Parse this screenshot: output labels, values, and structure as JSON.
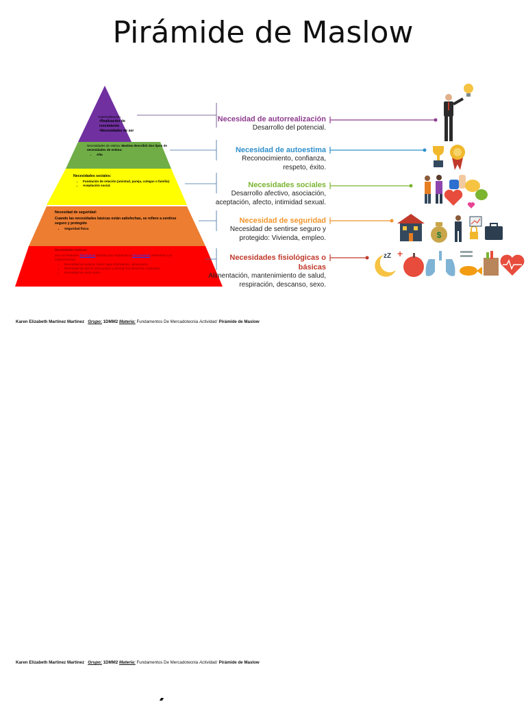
{
  "title": "Pirámide de Maslow",
  "pyramid": {
    "levels": [
      {
        "color": "#7030a0",
        "heading": "Autorrealización",
        "items": [
          "Realización de crecimiento",
          "Necesidades de ser"
        ]
      },
      {
        "color": "#70ad47",
        "heading": "Necesidades de estima:",
        "text": "Maslow describió dos tipos de necesidades de estima:",
        "items": [
          "Alta"
        ]
      },
      {
        "color": "#ffff00",
        "heading": "Necesidades sociales:",
        "items": [
          "Fundación de relación (amistad, pareja, colegas o familia)",
          "Aceptación social."
        ]
      },
      {
        "color": "#ed7d31",
        "heading": "Necesidad de seguridad:",
        "text": "Cuando las necesidades básicas están satisfechas, se refiere a sentirse seguro y protegido",
        "items": [
          "Seguridad física"
        ]
      },
      {
        "color": "#ff0000",
        "heading": "Necesidades básicas:",
        "text_parts": [
          "Son necesidades ",
          "fisiológicas",
          " básicas para mantener la ",
          "homeostasis",
          " (referentes a la supervivencia)"
        ],
        "items": [
          "Necesidad de respirar, beber agua (hidratarse), alimentarse.",
          "Necesidad de dormir (descansar) y eliminar los desechos corporales.",
          "Necesidad de evitar dolor."
        ]
      }
    ]
  },
  "info": [
    {
      "heading": "Necesidad de autorrealización",
      "color": "#8e3c8e",
      "lines": [
        "Desarrollo del potencial."
      ]
    },
    {
      "heading": "Necesidad de autoestima",
      "color": "#2e8fcb",
      "lines": [
        "Reconocimiento, confianza,",
        "respeto, éxito."
      ]
    },
    {
      "heading": "Necesidades sociales",
      "color": "#7bb431",
      "lines": [
        "Desarrollo afectivo, asociación,",
        "aceptación, afecto, intimidad sexual."
      ]
    },
    {
      "heading": "Necesidad de seguridad",
      "color": "#f0952b",
      "lines": [
        "Necesidad de sentirse seguro y",
        "protegido: Vivienda, empleo."
      ]
    },
    {
      "heading": "Necesidades fisiológicas o básicas",
      "color": "#c0392b",
      "lines": [
        "Alimentación, mantenimiento de salud,",
        "respiración, descanso, sexo."
      ]
    }
  ],
  "footer": {
    "author": "Karen Elizabeth Martinez Martinez",
    "grupo_label": "Grupo:",
    "grupo": "1DMM2",
    "materia_label": "Materia:",
    "materia": "Fundamentos De Mercadotecnia",
    "actividad_label": "Actividad:",
    "actividad": "Pirámide de Maslow"
  },
  "icons": {
    "level1": [
      "businessman-icon",
      "lightbulb-icon"
    ],
    "level2": [
      "trophy-icon",
      "medal-icon"
    ],
    "level3": [
      "couple-icon",
      "thumbs-up-icon",
      "heart-icon",
      "speech-bubbles-icon"
    ],
    "level4": [
      "house-icon",
      "money-bag-icon",
      "worker-icon",
      "lock-icon",
      "briefcase-icon"
    ],
    "level5": [
      "moon-sleep-icon",
      "apple-icon",
      "lungs-icon",
      "fish-icon",
      "grocery-bag-icon",
      "heartbeat-icon"
    ]
  }
}
